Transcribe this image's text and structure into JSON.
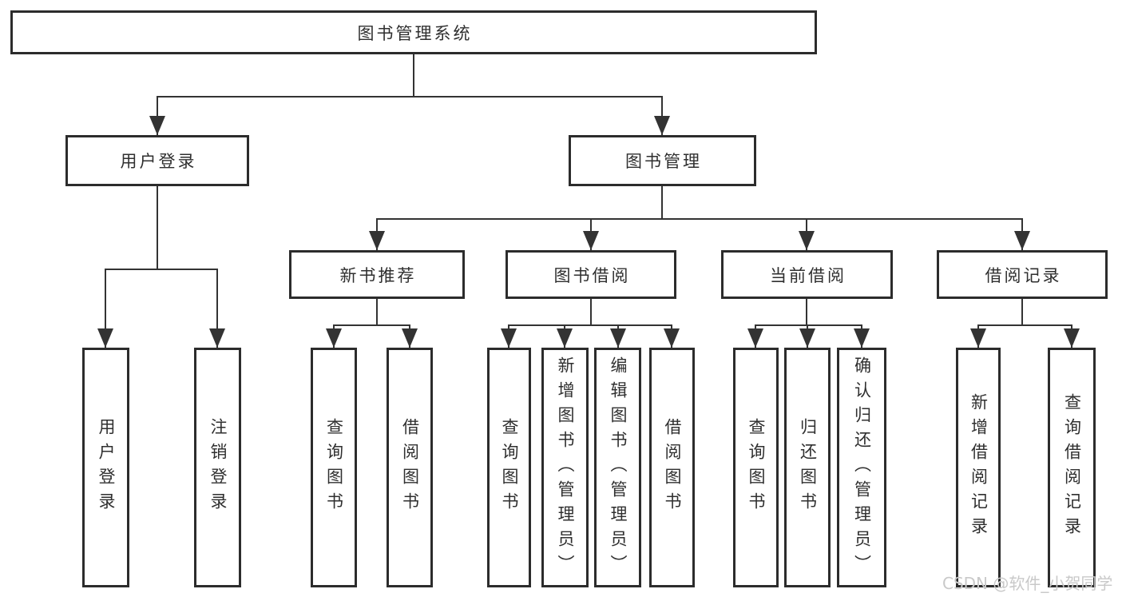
{
  "tree": {
    "root": {
      "label": "图书管理系统"
    },
    "branches": [
      {
        "label": "用户登录",
        "leaves": [
          "用户登录",
          "注销登录"
        ]
      },
      {
        "label": "图书管理",
        "groups": [
          {
            "label": "新书推荐",
            "leaves": [
              "查询图书",
              "借阅图书"
            ]
          },
          {
            "label": "图书借阅",
            "leaves": [
              "查询图书",
              "新增图书（管理员）",
              "编辑图书（管理员）",
              "借阅图书"
            ]
          },
          {
            "label": "当前借阅",
            "leaves": [
              "查询图书",
              "归还图书",
              "确认归还（管理员）"
            ]
          },
          {
            "label": "借阅记录",
            "leaves": [
              "新增借阅记录",
              "查询借阅记录"
            ]
          }
        ]
      }
    ]
  },
  "watermark": {
    "text": "CSDN @软件_小贺同学"
  },
  "colors": {
    "line": "#333333",
    "box_border": "#2c2c2c",
    "box_background": "#ffffff",
    "page_background": "#ffffff",
    "watermark": "#c9c9c9"
  }
}
